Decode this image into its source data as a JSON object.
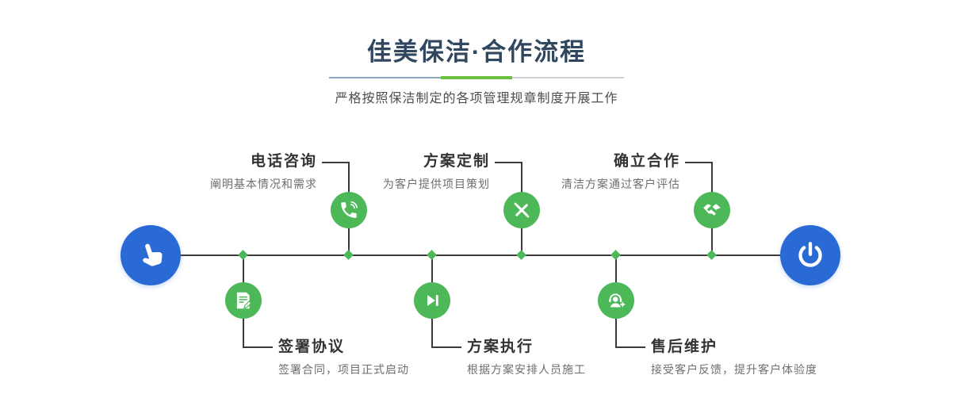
{
  "header": {
    "title": "佳美保洁·合作流程",
    "subtitle": "严格按照保洁制定的各项管理规章制度开展工作"
  },
  "timeline": {
    "start": {
      "icon": "hand-pointer-icon"
    },
    "end": {
      "icon": "power-icon"
    },
    "top_steps": [
      {
        "title": "电话咨询",
        "desc": "阐明基本情况和需求",
        "icon": "phone-icon"
      },
      {
        "title": "方案定制",
        "desc": "为客户提供项目策划",
        "icon": "design-tools-icon"
      },
      {
        "title": "确立合作",
        "desc": "清洁方案通过客户评估",
        "icon": "handshake-icon"
      }
    ],
    "bottom_steps": [
      {
        "title": "签署协议",
        "desc": "签署合同，项目正式启动",
        "icon": "contract-icon"
      },
      {
        "title": "方案执行",
        "desc": "根据方案安排人员施工",
        "icon": "play-next-icon"
      },
      {
        "title": "售后维护",
        "desc": "接受客户反馈，提升客户体验度",
        "icon": "support-agent-icon"
      }
    ]
  },
  "colors": {
    "accent_blue": "#2a6ad4",
    "accent_green": "#4db858",
    "underline_green": "#6fbf3e",
    "line_dark": "#3b3b3b",
    "title_navy": "#30475f"
  }
}
